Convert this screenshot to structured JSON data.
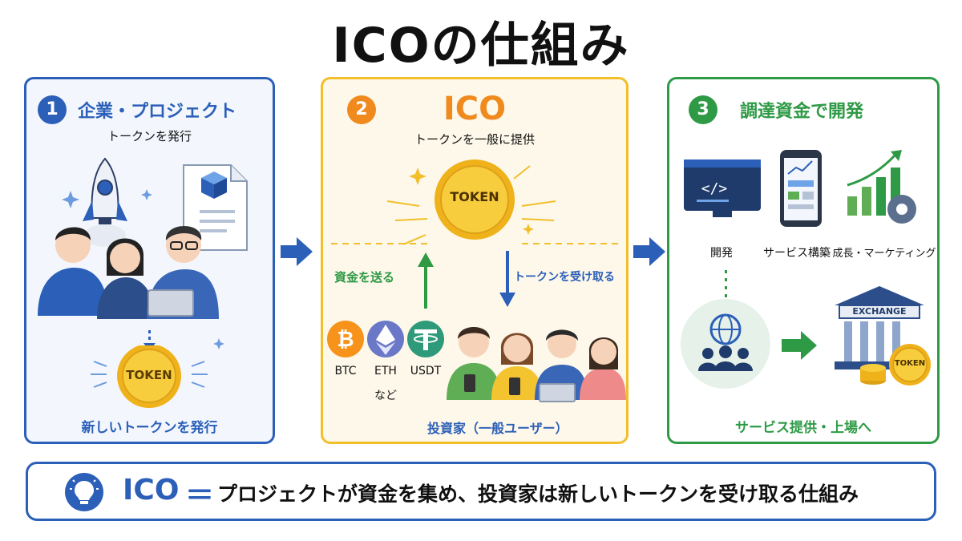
{
  "title": "ICOの仕組み",
  "colors": {
    "blue": "#2b5fb8",
    "orange": "#f08a1e",
    "green": "#2e9a45",
    "gold": "#f4c430",
    "yellow_border": "#f2bf2a"
  },
  "panel1": {
    "number": "1",
    "heading": "企業・プロジェクト",
    "subheading": "トークンを発行",
    "token_label": "TOKEN",
    "caption": "新しいトークンを発行",
    "icons": [
      "rocket-icon",
      "document-icon",
      "cube-icon",
      "team-icon",
      "laptop-icon",
      "coin-icon"
    ]
  },
  "panel2": {
    "number": "2",
    "heading": "ICO",
    "subheading": "トークンを一般に提供",
    "token_label": "TOKEN",
    "left_arrow_label": "資金を送る",
    "right_arrow_label": "トークンを受け取る",
    "crypto": [
      "BTC",
      "ETH",
      "USDT"
    ],
    "crypto_more": "など",
    "caption": "投資家（一般ユーザー）",
    "icons": [
      "bitcoin-icon",
      "ethereum-icon",
      "tether-icon",
      "investors-icon",
      "smartphone-icon",
      "laptop-icon"
    ]
  },
  "panel3": {
    "number": "3",
    "heading": "調達資金で開発",
    "items": [
      "開発",
      "サービス構築",
      "成長・マーケティング"
    ],
    "exchange_label": "EXCHANGE",
    "token_label": "TOKEN",
    "caption": "サービス提供・上場へ",
    "icons": [
      "code-monitor-icon",
      "smartphone-dashboard-icon",
      "growth-chart-icon",
      "gear-icon",
      "globe-users-icon",
      "exchange-building-icon",
      "coin-stack-icon"
    ]
  },
  "summary": {
    "icon": "lightbulb-icon",
    "prefix": "ICO",
    "equals": "＝",
    "text": "プロジェクトが資金を集め、投資家は新しいトークンを受け取る仕組み"
  }
}
